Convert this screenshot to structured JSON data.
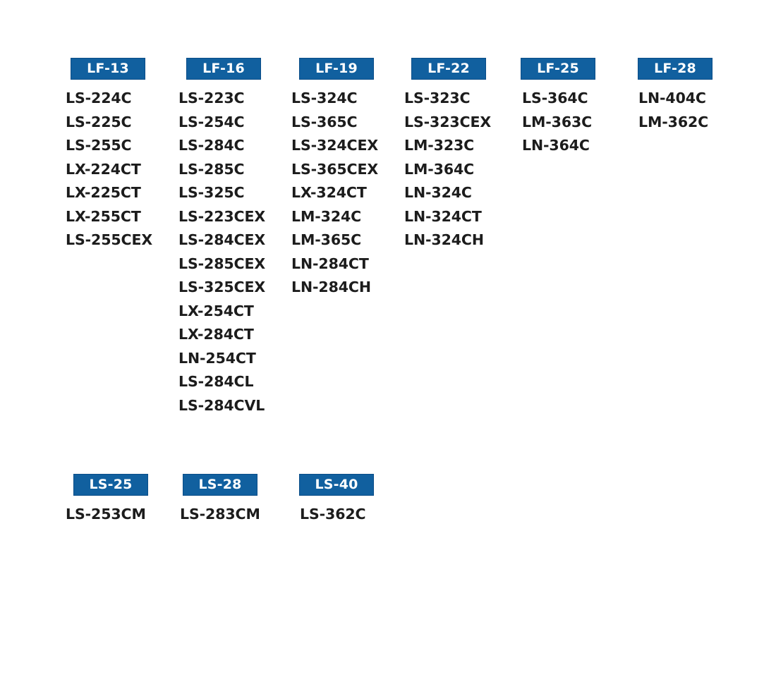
{
  "theme": {
    "badge_background": "#11609F",
    "badge_border": "#0A4D88",
    "badge_text_color": "#FFFFFF",
    "body_text_color": "#1C1C1C",
    "page_background": "#FFFFFF"
  },
  "groups": [
    {
      "label": "LF-13",
      "items": [
        "LS-224C",
        "LS-225C",
        "LS-255C",
        "LX-224CT",
        "LX-225CT",
        "LX-255CT",
        "LS-255CEX"
      ]
    },
    {
      "label": "LF-16",
      "items": [
        "LS-223C",
        "LS-254C",
        "LS-284C",
        "LS-285C",
        "LS-325C",
        "LS-223CEX",
        "LS-284CEX",
        "LS-285CEX",
        "LS-325CEX",
        "LX-254CT",
        "LX-284CT",
        "LN-254CT",
        "LS-284CL",
        "LS-284CVL"
      ]
    },
    {
      "label": "LF-19",
      "items": [
        "LS-324C",
        "LS-365C",
        "LS-324CEX",
        "LS-365CEX",
        "LX-324CT",
        "LM-324C",
        "LM-365C",
        "LN-284CT",
        "LN-284CH"
      ]
    },
    {
      "label": "LF-22",
      "items": [
        "LS-323C",
        "LS-323CEX",
        "LM-323C",
        "LM-364C",
        "LN-324C",
        "LN-324CT",
        "LN-324CH"
      ]
    },
    {
      "label": "LF-25",
      "items": [
        "LS-364C",
        "LM-363C",
        "LN-364C"
      ]
    },
    {
      "label": "LF-28",
      "items": [
        "LN-404C",
        "LM-362C"
      ]
    },
    {
      "label": "LS-25",
      "items": [
        "LS-253CM"
      ]
    },
    {
      "label": "LS-28",
      "items": [
        "LS-283CM"
      ]
    },
    {
      "label": "LS-40",
      "items": [
        "LS-362C"
      ]
    }
  ]
}
